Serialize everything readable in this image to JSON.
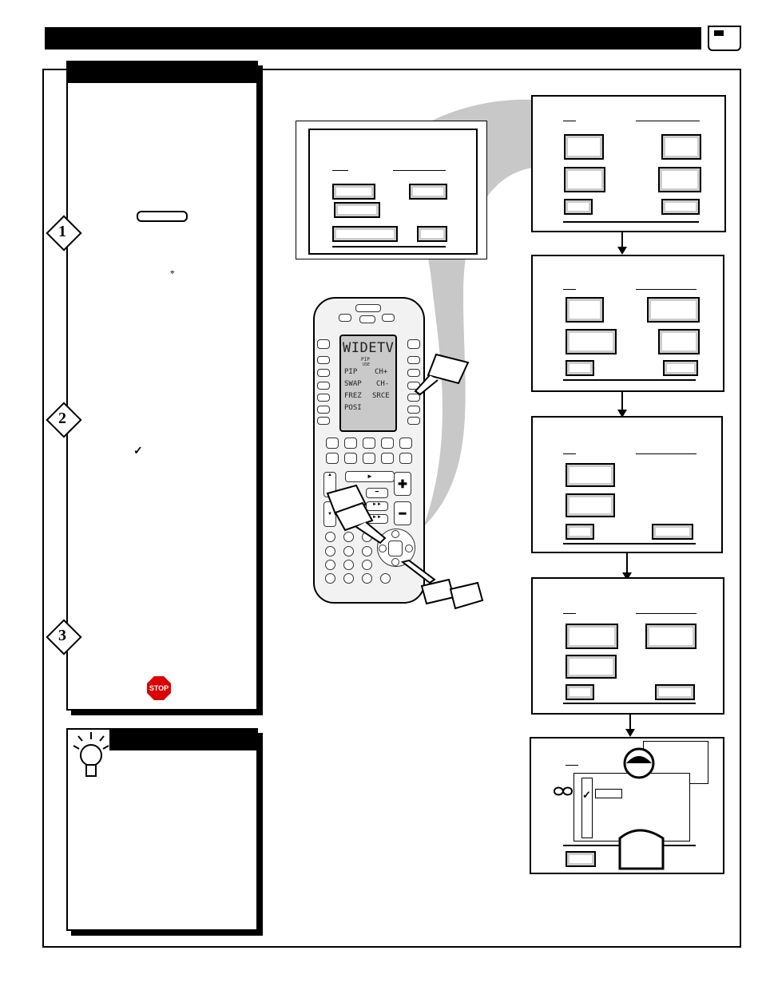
{
  "remote": {
    "lcd_title": "WIDETV",
    "lcd_sub1": "PIP",
    "lcd_sub2": "USE",
    "left_labels": [
      "PIP",
      "SWAP",
      "FREZ",
      "POSI"
    ],
    "right_labels": [
      "CH+",
      "CH-",
      "SRCE"
    ]
  },
  "steps": [
    "1",
    "2",
    "3"
  ],
  "stop_label": "STOP"
}
